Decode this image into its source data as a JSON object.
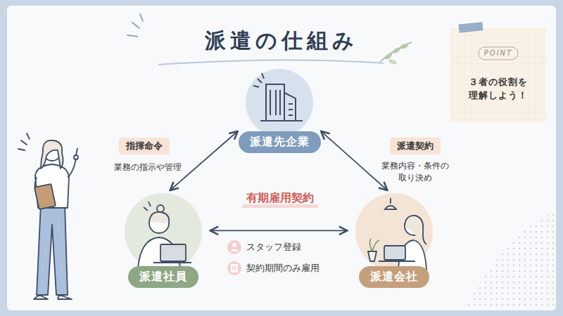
{
  "diagram": {
    "title": "派遣の仕組み",
    "nodes": [
      {
        "text": [
          "派遣先企業"
        ]
      },
      {
        "text": [
          "派遣社員"
        ]
      },
      {
        "text": [
          "派遣会社"
        ]
      }
    ],
    "edges": [
      {
        "from": 0,
        "to": 1,
        "label": "指揮命令",
        "arrow": "both"
      },
      {
        "from": 0,
        "to": 2,
        "label": "派遣契約",
        "arrow": "both"
      },
      {
        "from": 1,
        "to": 2,
        "label": "有期雇用契約",
        "arrow": "both"
      }
    ],
    "labels": [
      "業務の指示や管理",
      "業務内容・条件の 取り決め",
      "スタッフ登録",
      "契約期間のみ雇用",
      "POINT",
      "３者の役割を 理解しよう！"
    ]
  }
}
